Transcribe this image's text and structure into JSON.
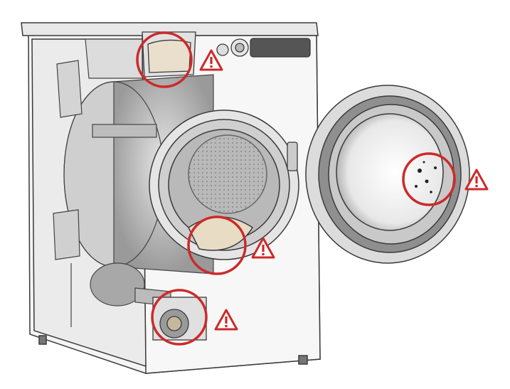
{
  "illustration": {
    "subject": "front-load-washing-machine-cutaway",
    "colors": {
      "line": "#3a3a3a",
      "body": "#f4f4f4",
      "shade": "#d9d9d9",
      "drum": "#c8c8c8",
      "highlight": "#cc2a2a",
      "warning_fill": "#ffffff"
    },
    "hotspots": [
      {
        "id": "detergent-drawer-residue",
        "icon": "warning-triangle-icon"
      },
      {
        "id": "door-gasket-debris",
        "icon": "warning-triangle-icon"
      },
      {
        "id": "drain-pump-filter-clog",
        "icon": "warning-triangle-icon"
      },
      {
        "id": "door-seal-mold",
        "icon": "warning-triangle-icon"
      }
    ]
  }
}
